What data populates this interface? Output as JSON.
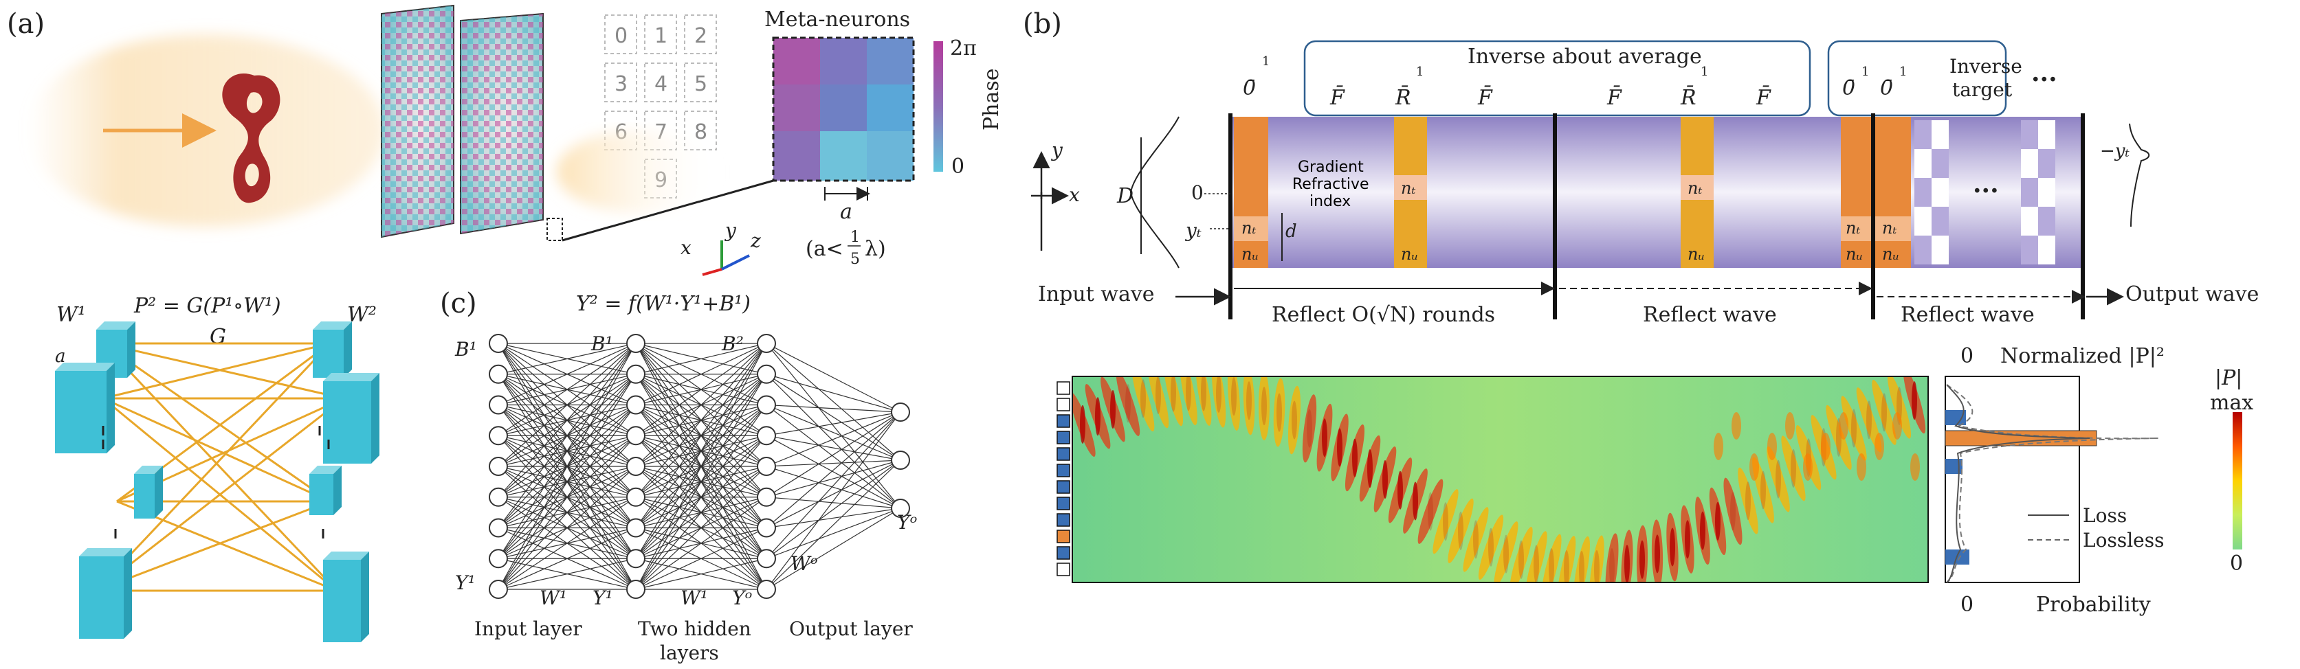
{
  "panel_a": {
    "label": "(a)",
    "meta_title": "Meta-neurons",
    "phase_label": "Phase",
    "phase_max": "2π",
    "phase_min": "0",
    "digits": [
      "0",
      "1",
      "2",
      "3",
      "4",
      "5",
      "6",
      "7",
      "8",
      "9"
    ],
    "a_label": "a",
    "condition_left": "(a<",
    "condition_frac_num": "1",
    "condition_frac_den": "5",
    "condition_right": "λ)",
    "axis_x": "x",
    "axis_y": "y",
    "axis_z": "z",
    "equation": "P² = G(P¹∘W¹)",
    "w1": "W¹",
    "w2": "W²",
    "g": "G",
    "a_small": "a"
  },
  "panel_c": {
    "label": "(c)",
    "equation": "Y² = f(W¹·Y¹+B¹)",
    "b_labels": [
      "B¹",
      "B¹",
      "B²"
    ],
    "y_input": "Y¹",
    "w_labels": [
      "W¹",
      "W¹"
    ],
    "y_mid": "Y¹",
    "y_mid2": "Yᵒ",
    "w_out": "Wᵒ",
    "y_out": "Yᵒ",
    "input_layer": "Input layer",
    "hidden_line1": "Two hidden",
    "hidden_line2": "layers",
    "output_layer": "Output layer"
  },
  "panel_b": {
    "label": "(b)",
    "inverse_about_average": "Inverse about average",
    "inverse_target_line1": "Inverse",
    "inverse_target_line2": "target",
    "ellipsis": "···",
    "zero_half": "0̄",
    "f_bar": "F̄",
    "r_half": "R̄",
    "gradient_line1": "Gradient",
    "gradient_line2": "Refractive",
    "gradient_line3": "index",
    "nt": "nₜ",
    "nu": "nᵤ",
    "d_label": "d",
    "D_label": "D",
    "zero": "0",
    "yt": "yₜ",
    "neg_yt": "−yₜ",
    "input_wave": "Input wave",
    "output_wave": "Output wave",
    "reflect_rounds": "Reflect O(√N) rounds",
    "reflect_wave_1": "Reflect wave",
    "reflect_wave_2": "Reflect wave",
    "y_axis": "y",
    "x_axis": "x",
    "norm_title": "Normalized |P|²",
    "top_zero": "0",
    "bottom_zero": "0",
    "probability": "Probability",
    "legend_loss": "Loss",
    "legend_lossless": "Lossless",
    "cbar_label_top": "|P|",
    "cbar_label_max": "max",
    "cbar_zero": "0"
  },
  "colors": {
    "orange": "#e8893a",
    "purple": "#8d7fbf",
    "cyan": "#3bb8cf",
    "gold": "#e8a72a",
    "blue": "#3a6fb5"
  }
}
